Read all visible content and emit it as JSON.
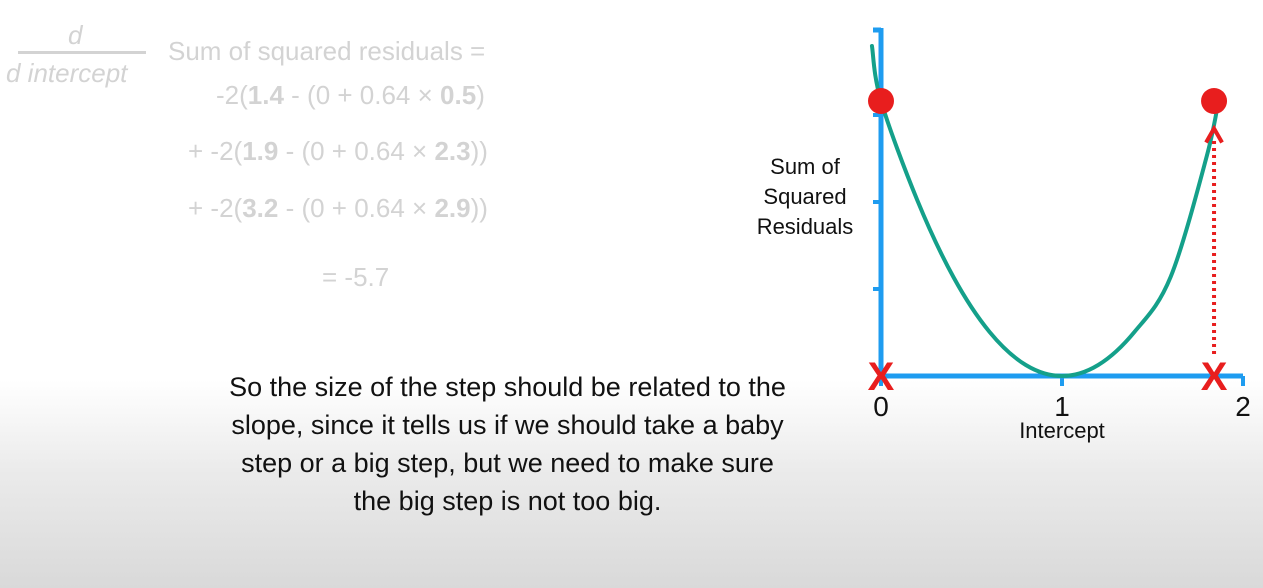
{
  "formula": {
    "frac_num": "d",
    "frac_den": "d intercept",
    "lhs": "Sum of squared residuals =",
    "lines": [
      {
        "prefix": "-2(",
        "obs": "1.4",
        "mid": " - (0 + 0.64 × ",
        "x": "0.5",
        "suffix": ")"
      },
      {
        "prefix": "+ -2(",
        "obs": "1.9",
        "mid": " - (0 + 0.64 × ",
        "x": "2.3",
        "suffix": "))"
      },
      {
        "prefix": "+ -2(",
        "obs": "3.2",
        "mid": " - (0 + 0.64 × ",
        "x": "2.9",
        "suffix": "))"
      }
    ],
    "result": "= -5.7"
  },
  "caption": "So the size of the step should be related to the slope, since it tells us if we should take a baby step or a big step, but we need to make sure the big step is not too big.",
  "colors": {
    "axis": "#1e9cf0",
    "curve": "#14a08a",
    "points": "#e81e1e",
    "text_faint": "#d3d3d3"
  },
  "chart_data": {
    "type": "line",
    "xlabel": "Intercept",
    "ylabel": "Sum of Squared Residuals",
    "xlim": [
      0,
      2
    ],
    "x_ticks": [
      "0",
      "1",
      "2"
    ],
    "curve": {
      "x": [
        -0.05,
        0,
        0.2,
        0.4,
        0.6,
        0.8,
        1.0,
        1.2,
        1.4,
        1.6,
        1.8,
        1.87
      ],
      "y": [
        1.2,
        1.0,
        0.64,
        0.36,
        0.16,
        0.04,
        0.0,
        0.04,
        0.16,
        0.36,
        0.8,
        1.02
      ]
    },
    "points": [
      {
        "x": 0,
        "y": 1.0
      },
      {
        "x": 1.84,
        "y": 1.0
      }
    ],
    "x_markers": [
      0,
      1.84
    ],
    "arrow": {
      "x": 1.84,
      "from_y": 0,
      "to_y": 0.9
    }
  }
}
